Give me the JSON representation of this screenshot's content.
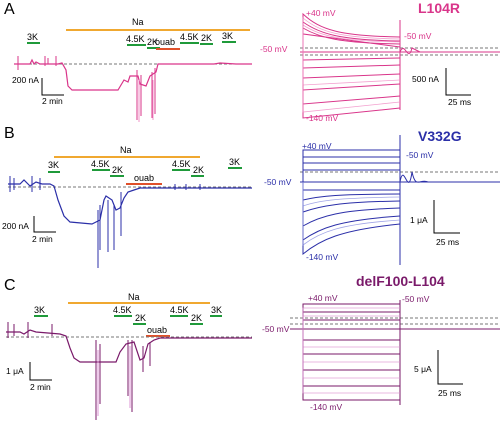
{
  "panels": [
    {
      "letter": "A",
      "title": "L104R",
      "color": "#d9358a",
      "light_color": "#f08ac4",
      "bar_labels": {
        "na": "Na",
        "k3_left": "3K",
        "k45_a": "4.5K",
        "k2_a": "2K",
        "ouab": "ouab",
        "k45_b": "4.5K",
        "k2_b": "2K",
        "k3_right": "3K"
      },
      "scale_left": {
        "amplitude": "200 nA",
        "time": "2 min"
      },
      "scale_right": {
        "amplitude": "500 nA",
        "time": "25 ms"
      },
      "voltage_labels": {
        "top": "+40 mV",
        "hold": "-50 mV",
        "bottom": "-140 mV",
        "post": "-50 mV"
      }
    },
    {
      "letter": "B",
      "title": "V332G",
      "color": "#2b2fa8",
      "light_color": "#8a8fe0",
      "bar_labels": {
        "na": "Na",
        "k3_left": "3K",
        "k45_a": "4.5K",
        "k2_a": "2K",
        "ouab": "ouab",
        "k45_b": "4.5K",
        "k2_b": "2K",
        "k3_right": "3K"
      },
      "scale_left": {
        "amplitude": "200 nA",
        "time": "2 min"
      },
      "scale_right": {
        "amplitude": "1 μA",
        "time": "25 ms"
      },
      "voltage_labels": {
        "top": "+40 mV",
        "hold": "-50 mV",
        "bottom": "-140 mV",
        "post": "-50 mV"
      }
    },
    {
      "letter": "C",
      "title": "delF100-L104",
      "color": "#7a1a6a",
      "light_color": "#d98ad0",
      "bar_labels": {
        "na": "Na",
        "k3_left": "3K",
        "k45_a": "4.5K",
        "k2_a": "2K",
        "ouab": "ouab",
        "k45_b": "4.5K",
        "k2_b": "2K",
        "k3_right": "3K"
      },
      "scale_left": {
        "amplitude": "1 μA",
        "time": "2 min"
      },
      "scale_right": {
        "amplitude": "5 μA",
        "time": "25 ms"
      },
      "voltage_labels": {
        "top": "+40 mV",
        "hold": "-50 mV",
        "bottom": "-140 mV",
        "post": "-50 mV"
      }
    }
  ],
  "colors": {
    "na_bar": "#f0a830",
    "k_bar": "#1f9a3a",
    "ouab_bar": "#e0502a",
    "dashed": "#777777"
  }
}
